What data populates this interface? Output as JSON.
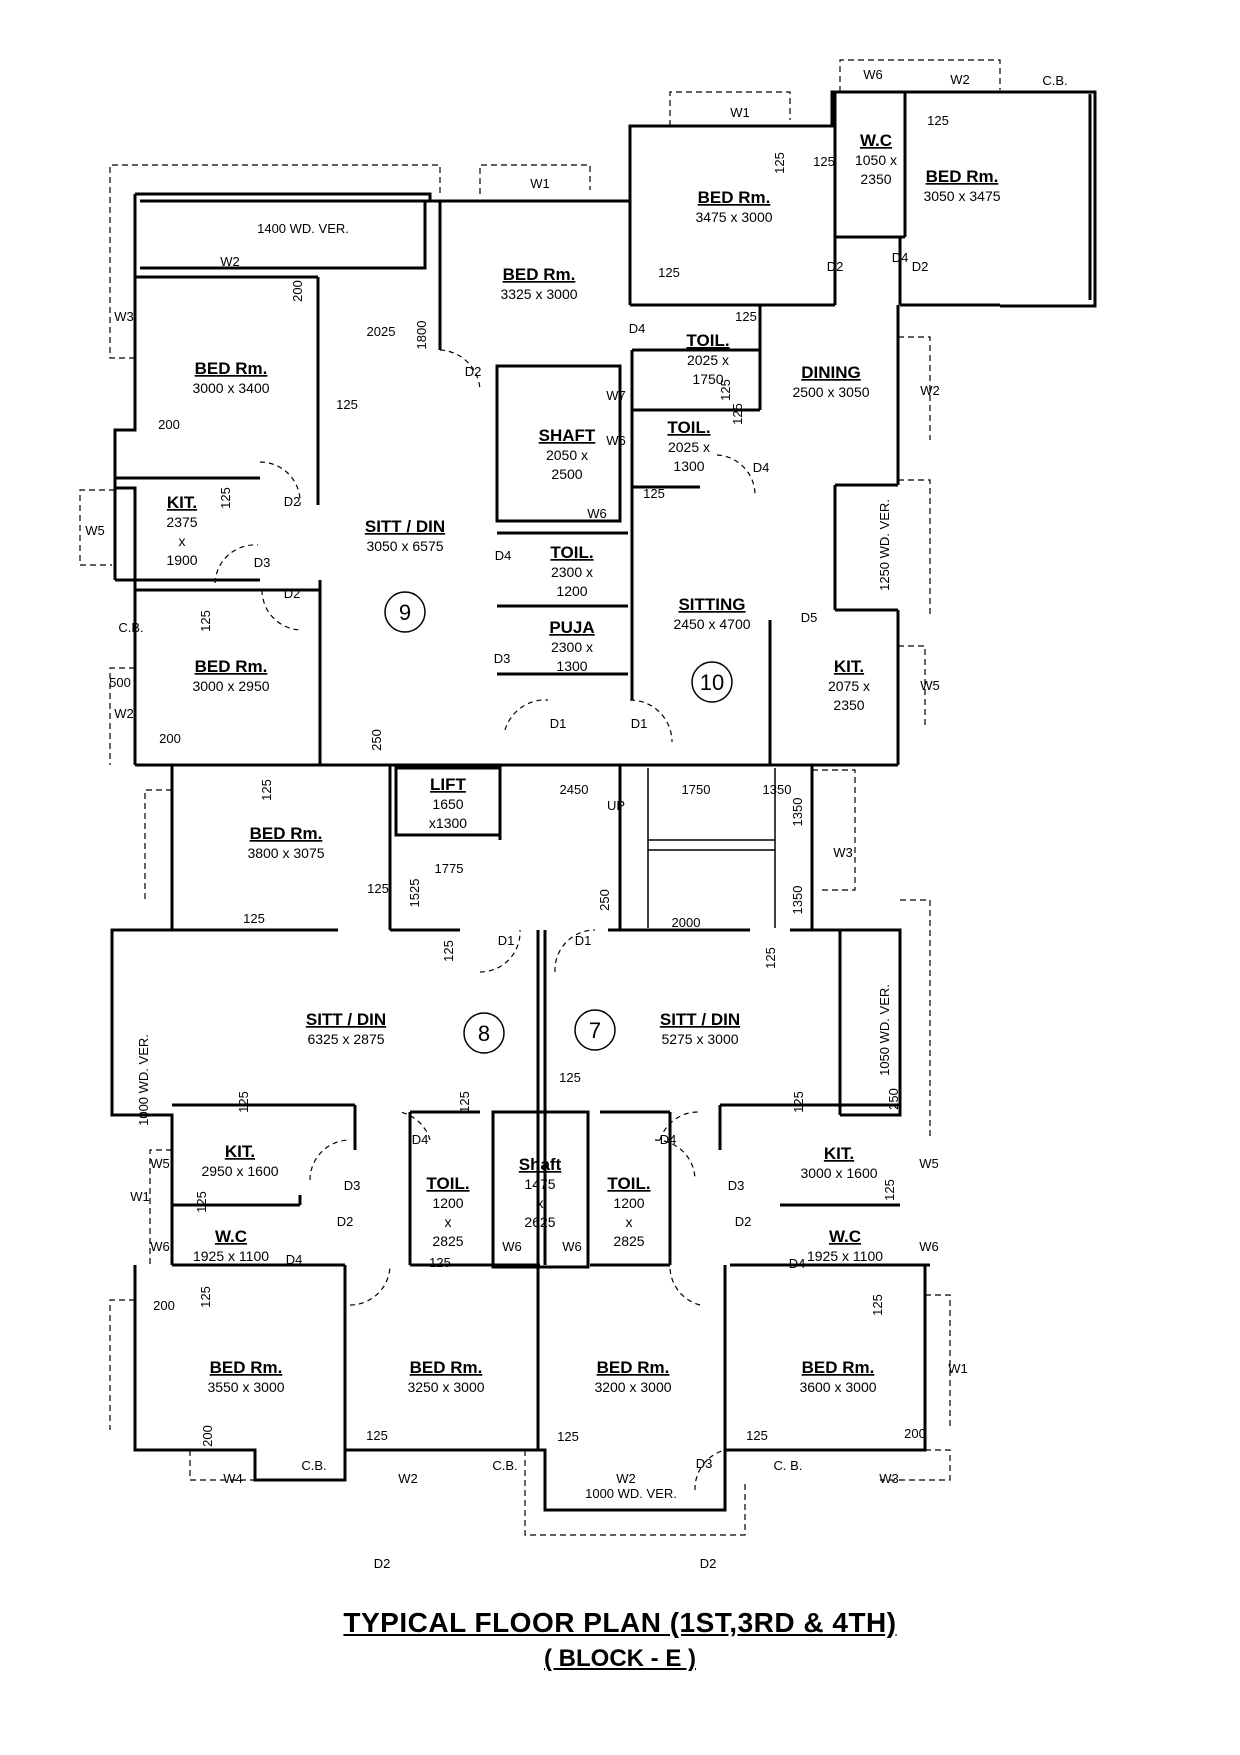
{
  "title": "TYPICAL  FLOOR  PLAN (1ST,3RD & 4TH)",
  "subtitle": "( BLOCK - E )",
  "colors": {
    "line": "#000000",
    "background": "#ffffff"
  },
  "units": [
    "9",
    "10",
    "8",
    "7"
  ],
  "rooms": [
    {
      "name": "BED Rm.",
      "dims": "3000 x 3400"
    },
    {
      "name": "BED Rm.",
      "dims": "3325 x 3000"
    },
    {
      "name": "BED Rm.",
      "dims": "3475 x 3000"
    },
    {
      "name": "BED Rm.",
      "dims": "3050 x 3475"
    },
    {
      "name": "W.C",
      "dims_lines": [
        "1050 x",
        "2350"
      ]
    },
    {
      "name": "TOIL.",
      "dims_lines": [
        "2025 x",
        "1750"
      ]
    },
    {
      "name": "DINING",
      "dims": "2500 x 3050"
    },
    {
      "name": "SHAFT",
      "dims_lines": [
        "2050 x",
        "2500"
      ]
    },
    {
      "name": "TOIL.",
      "dims_lines": [
        "2025 x",
        "1300"
      ]
    },
    {
      "name": "KIT.",
      "dims_lines": [
        "2375",
        "x",
        "1900"
      ]
    },
    {
      "name": "SITT / DIN",
      "dims": "3050 x 6575"
    },
    {
      "name": "TOIL.",
      "dims_lines": [
        "2300 x",
        "1200"
      ]
    },
    {
      "name": "PUJA",
      "dims_lines": [
        "2300 x",
        "1300"
      ]
    },
    {
      "name": "SITTING",
      "dims": "2450 x 4700"
    },
    {
      "name": "BED Rm.",
      "dims": "3000 x 2950"
    },
    {
      "name": "KIT.",
      "dims_lines": [
        "2075 x",
        "2350"
      ]
    },
    {
      "name": "LIFT",
      "dims_lines": [
        "1650",
        "x1300"
      ]
    },
    {
      "name": "BED Rm.",
      "dims": "3800 x 3075"
    },
    {
      "name": "SITT / DIN",
      "dims": "6325 x 2875"
    },
    {
      "name": "SITT / DIN",
      "dims": "5275 x 3000"
    },
    {
      "name": "KIT.",
      "dims": "2950 x 1600"
    },
    {
      "name": "KIT.",
      "dims": "3000 x 1600"
    },
    {
      "name": "TOIL.",
      "dims_lines": [
        "1200",
        "x",
        "2825"
      ]
    },
    {
      "name": "Shaft",
      "dims_lines": [
        "1475",
        "x",
        "2625"
      ]
    },
    {
      "name": "TOIL.",
      "dims_lines": [
        "1200",
        "x",
        "2825"
      ]
    },
    {
      "name": "W.C",
      "dims": "1925 x 1100"
    },
    {
      "name": "W.C",
      "dims": "1925 x 1100"
    },
    {
      "name": "BED Rm.",
      "dims": "3550 x 3000"
    },
    {
      "name": "BED Rm.",
      "dims": "3250 x 3000"
    },
    {
      "name": "BED Rm.",
      "dims": "3200 x 3000"
    },
    {
      "name": "BED Rm.",
      "dims": "3600 x 3000"
    }
  ],
  "verandahs": [
    "1400 WD. VER.",
    "1250 WD. VER.",
    "1000 WD. VER.",
    "1050 WD. VER.",
    "1000 WD. VER."
  ],
  "openings": [
    "W1",
    "W2",
    "W3",
    "W4",
    "W5",
    "W6",
    "W7",
    "D1",
    "D2",
    "D3",
    "D4",
    "D5",
    "C.B.",
    "C. B.",
    "UP"
  ],
  "dimensions": [
    "125",
    "200",
    "2025",
    "1800",
    "250",
    "2450",
    "1750",
    "1350",
    "1775",
    "1525",
    "2000",
    "500"
  ]
}
